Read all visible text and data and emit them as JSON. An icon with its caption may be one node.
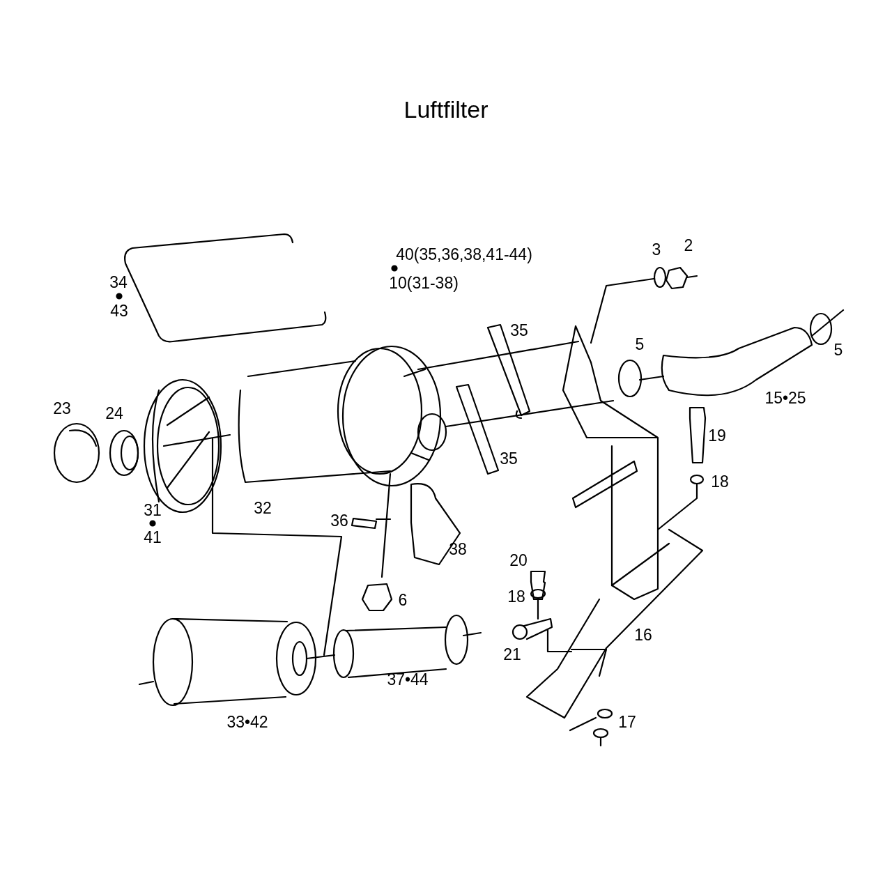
{
  "diagram": {
    "title": "Luftfilter",
    "labels": [
      "40(35,36,38,41-44)",
      "3",
      "2",
      "34",
      "10(31-38)",
      "43",
      "35",
      "5",
      "5",
      "15•25",
      "23",
      "24",
      "19",
      "18",
      "35",
      "32",
      "31",
      "36",
      "41",
      "38",
      "20",
      "18",
      "6",
      "16",
      "21",
      "37•44",
      "17",
      "33•42"
    ]
  }
}
